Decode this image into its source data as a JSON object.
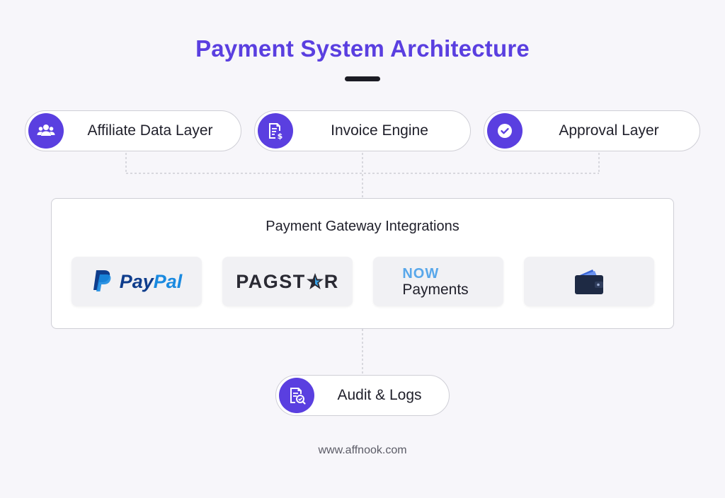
{
  "title": "Payment System Architecture",
  "top_nodes": [
    {
      "label": "Affiliate Data Layer",
      "icon": "users-icon"
    },
    {
      "label": "Invoice Engine",
      "icon": "invoice-dollar-icon"
    },
    {
      "label": "Approval Layer",
      "icon": "check-circle-icon"
    }
  ],
  "gateway": {
    "title": "Payment Gateway Integrations",
    "providers": [
      {
        "name": "PayPal",
        "brand_a": "Pay",
        "brand_b": "Pal"
      },
      {
        "name": "PAGSTAR",
        "brand_a": "PAGST",
        "brand_b": "R"
      },
      {
        "name": "NOW Payments",
        "brand_a": "NOW",
        "brand_b": "Payments"
      },
      {
        "name": "Wallet",
        "icon": "wallet-icon"
      }
    ]
  },
  "bottom_node": {
    "label": "Audit & Logs",
    "icon": "audit-document-icon"
  },
  "footer": "www.affnook.com",
  "colors": {
    "accent": "#5a3fe0",
    "title": "#5a3fe0",
    "paypal_dark": "#0f3d8c",
    "paypal_light": "#1a8ae0",
    "now_blue": "#58a7ea",
    "wallet": "#1e2a44"
  }
}
